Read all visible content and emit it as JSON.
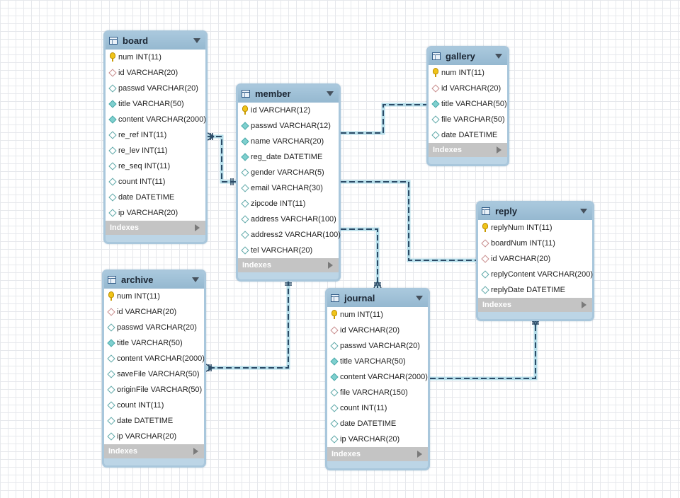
{
  "diagram": {
    "index_label": "Indexes",
    "tables": [
      {
        "id": "board",
        "name": "board",
        "columns": [
          {
            "text": "num INT(11)",
            "key": "pk"
          },
          {
            "text": "id VARCHAR(20)",
            "key": "fk"
          },
          {
            "text": "passwd VARCHAR(20)",
            "key": "col-plain"
          },
          {
            "text": "title VARCHAR(50)",
            "key": "nn"
          },
          {
            "text": "content VARCHAR(2000)",
            "key": "nn"
          },
          {
            "text": "re_ref INT(11)",
            "key": "col-plain"
          },
          {
            "text": "re_lev INT(11)",
            "key": "col-plain"
          },
          {
            "text": "re_seq INT(11)",
            "key": "col-plain"
          },
          {
            "text": "count INT(11)",
            "key": "col-plain"
          },
          {
            "text": "date DATETIME",
            "key": "col-plain"
          },
          {
            "text": "ip VARCHAR(20)",
            "key": "col-plain"
          }
        ]
      },
      {
        "id": "member",
        "name": "member",
        "columns": [
          {
            "text": "id VARCHAR(12)",
            "key": "pk"
          },
          {
            "text": "passwd VARCHAR(12)",
            "key": "nn"
          },
          {
            "text": "name VARCHAR(20)",
            "key": "nn"
          },
          {
            "text": "reg_date DATETIME",
            "key": "nn"
          },
          {
            "text": "gender VARCHAR(5)",
            "key": "col-plain"
          },
          {
            "text": "email VARCHAR(30)",
            "key": "col-plain"
          },
          {
            "text": "zipcode INT(11)",
            "key": "col-plain"
          },
          {
            "text": "address VARCHAR(100)",
            "key": "col-plain"
          },
          {
            "text": "address2 VARCHAR(100)",
            "key": "col-plain"
          },
          {
            "text": "tel VARCHAR(20)",
            "key": "col-plain"
          }
        ]
      },
      {
        "id": "gallery",
        "name": "gallery",
        "columns": [
          {
            "text": "num INT(11)",
            "key": "pk"
          },
          {
            "text": "id VARCHAR(20)",
            "key": "fk"
          },
          {
            "text": "title VARCHAR(50)",
            "key": "nn"
          },
          {
            "text": "file VARCHAR(50)",
            "key": "col-plain"
          },
          {
            "text": "date DATETIME",
            "key": "col-plain"
          }
        ]
      },
      {
        "id": "reply",
        "name": "reply",
        "columns": [
          {
            "text": "replyNum INT(11)",
            "key": "pk"
          },
          {
            "text": "boardNum INT(11)",
            "key": "fk"
          },
          {
            "text": "id VARCHAR(20)",
            "key": "fk"
          },
          {
            "text": "replyContent VARCHAR(200)",
            "key": "col-plain"
          },
          {
            "text": "replyDate DATETIME",
            "key": "col-plain"
          }
        ]
      },
      {
        "id": "archive",
        "name": "archive",
        "columns": [
          {
            "text": "num INT(11)",
            "key": "pk"
          },
          {
            "text": "id VARCHAR(20)",
            "key": "fk"
          },
          {
            "text": "passwd VARCHAR(20)",
            "key": "col-plain"
          },
          {
            "text": "title VARCHAR(50)",
            "key": "nn"
          },
          {
            "text": "content VARCHAR(2000)",
            "key": "col-plain"
          },
          {
            "text": "saveFile VARCHAR(50)",
            "key": "col-plain"
          },
          {
            "text": "originFile VARCHAR(50)",
            "key": "col-plain"
          },
          {
            "text": "count INT(11)",
            "key": "col-plain"
          },
          {
            "text": "date DATETIME",
            "key": "col-plain"
          },
          {
            "text": "ip VARCHAR(20)",
            "key": "col-plain"
          }
        ]
      },
      {
        "id": "journal",
        "name": "journal",
        "columns": [
          {
            "text": "num INT(11)",
            "key": "pk"
          },
          {
            "text": "id VARCHAR(20)",
            "key": "fk"
          },
          {
            "text": "passwd VARCHAR(20)",
            "key": "col-plain"
          },
          {
            "text": "title VARCHAR(50)",
            "key": "nn"
          },
          {
            "text": "content VARCHAR(2000)",
            "key": "nn"
          },
          {
            "text": "file VARCHAR(150)",
            "key": "col-plain"
          },
          {
            "text": "count INT(11)",
            "key": "col-plain"
          },
          {
            "text": "date DATETIME",
            "key": "col-plain"
          },
          {
            "text": "ip VARCHAR(20)",
            "key": "col-plain"
          }
        ]
      }
    ],
    "relationships": [
      {
        "from": "member",
        "to": "board"
      },
      {
        "from": "member",
        "to": "gallery"
      },
      {
        "from": "member",
        "to": "reply"
      },
      {
        "from": "member",
        "to": "journal"
      },
      {
        "from": "member",
        "to": "archive"
      },
      {
        "from": "journal",
        "to": "reply"
      }
    ],
    "colors": {
      "connector": "#2b4a66",
      "connector_glow": "#b5dde9",
      "header": "#a9c8dd",
      "index_bar": "#c4c4c4"
    }
  }
}
